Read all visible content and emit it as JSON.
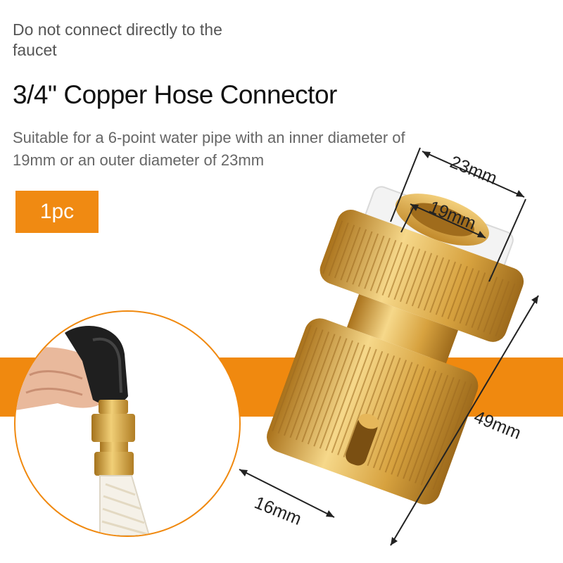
{
  "warning": "Do not connect directly to the faucet",
  "title": "3/4\" Copper Hose Connector",
  "subtitle": "Suitable for a 6-point water pipe with an inner diameter of 19mm or an outer diameter of 23mm",
  "badge": "1pc",
  "dimensions": {
    "outer": "23mm",
    "inner": "19mm",
    "length": "49mm",
    "base": "16mm"
  },
  "colors": {
    "accent": "#f0890f",
    "brass": "#d9a84a"
  }
}
